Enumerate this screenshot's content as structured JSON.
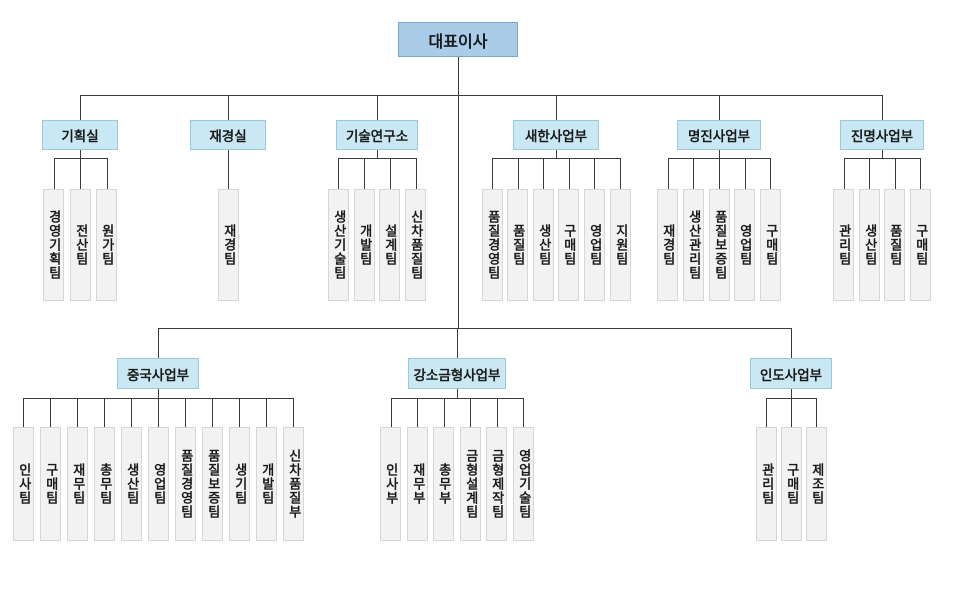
{
  "root": {
    "label": "대표이사"
  },
  "rows": [
    {
      "groups": [
        {
          "label": "기획실",
          "children": [
            "경영기획팀",
            "전산팀",
            "원가팀"
          ]
        },
        {
          "label": "재경실",
          "children": [
            "재경팀"
          ]
        },
        {
          "label": "기술연구소",
          "children": [
            "생산기술팀",
            "개발팀",
            "설계팀",
            "신차품질팀"
          ]
        },
        {
          "label": "새한사업부",
          "children": [
            "품질경영팀",
            "품질팀",
            "생산팀",
            "구매팀",
            "영업팀",
            "지원팀"
          ]
        },
        {
          "label": "명진사업부",
          "children": [
            "재경팀",
            "생산관리팀",
            "품질보증팀",
            "영업팀",
            "구매팀"
          ]
        },
        {
          "label": "진명사업부",
          "children": [
            "관리팀",
            "생산팀",
            "품질팀",
            "구매팀"
          ]
        }
      ]
    },
    {
      "groups": [
        {
          "label": "중국사업부",
          "children": [
            "인사팀",
            "구매팀",
            "재무팀",
            "총무팀",
            "생산팀",
            "영업팀",
            "품질경영팀",
            "품질보증팀",
            "생기팀",
            "개발팀",
            "신차품질부"
          ]
        },
        {
          "label": "강소금형사업부",
          "children": [
            "인사부",
            "재무부",
            "총무부",
            "금형설계팀",
            "금형제작팀",
            "영업기술팀"
          ]
        },
        {
          "label": "인도사업부",
          "children": [
            "관리팀",
            "구매팀",
            "제조팀"
          ]
        }
      ]
    }
  ],
  "colors": {
    "background": "#ffffff",
    "line": "#3a3a3a",
    "text": "#1a1a1a",
    "root_fill": "#a9cde9",
    "root_border": "#7ea6c6",
    "division_fill": "#c9e8f3",
    "division_border": "#99cbdc",
    "team_fill": "#f2f2f2",
    "team_border": "#d6d6d6"
  }
}
